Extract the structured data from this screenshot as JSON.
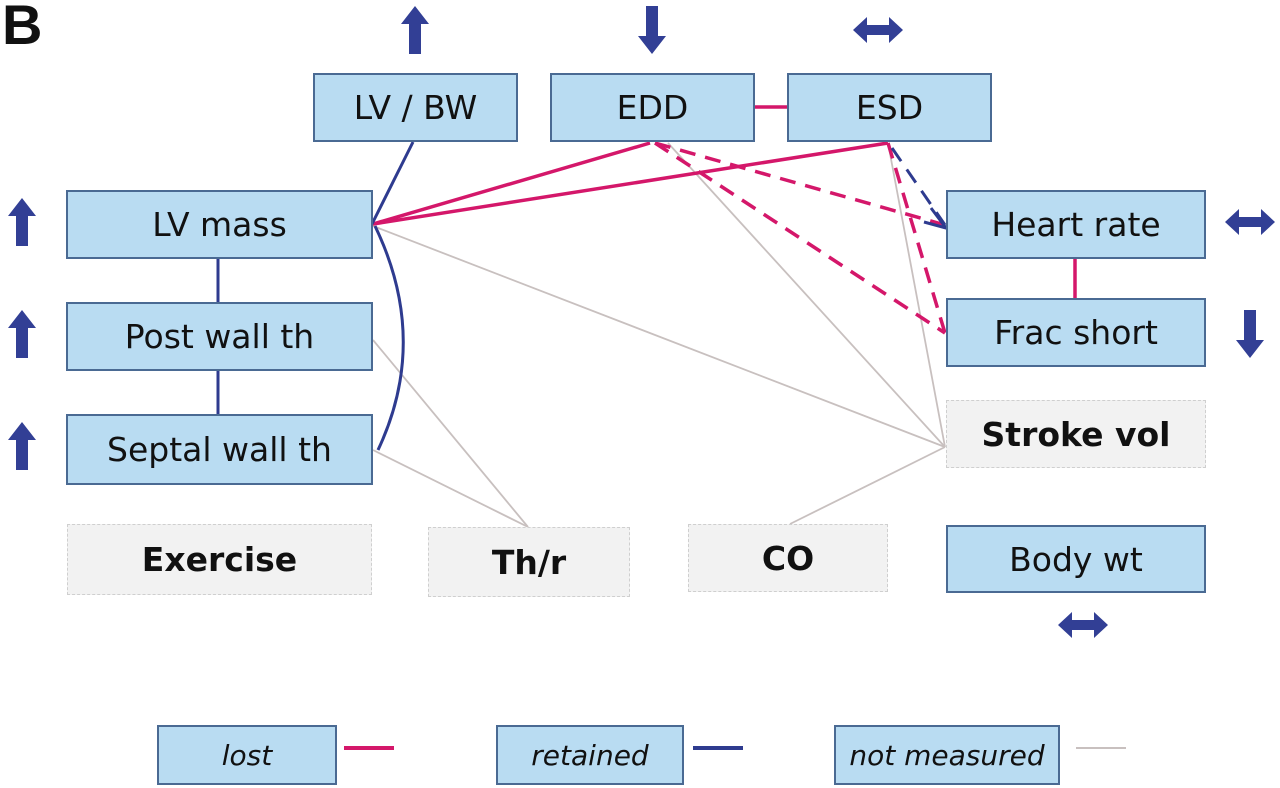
{
  "panel_label": "B",
  "colors": {
    "lost": "#d4176a",
    "retained": "#2e3b8f",
    "not_measured": "#c8c0bf",
    "box_fill": "#b9dcf2",
    "box_border": "#4a6a93",
    "arrow": "#323f95"
  },
  "nodes": {
    "lv_bw": "LV / BW",
    "edd": "EDD",
    "esd": "ESD",
    "lv_mass": "LV mass",
    "post_wall": "Post wall th",
    "septal_wall": "Septal wall th",
    "heart_rate": "Heart rate",
    "frac_short": "Frac short",
    "stroke_vol": "Stroke vol",
    "exercise": "Exercise",
    "thr": "Th/r",
    "co": "CO",
    "body_wt": "Body wt"
  },
  "indicators": {
    "lv_bw": "up-arrow",
    "edd": "down-arrow",
    "esd": "unchanged-arrow",
    "lv_mass": "up-arrow",
    "post_wall": "up-arrow",
    "septal_wall": "up-arrow",
    "heart_rate": "unchanged-arrow",
    "frac_short": "down-arrow",
    "body_wt": "unchanged-arrow"
  },
  "links": [
    {
      "from": "lv_bw",
      "to": "lv_mass",
      "type": "retained"
    },
    {
      "from": "lv_mass",
      "to": "post_wall",
      "type": "retained"
    },
    {
      "from": "post_wall",
      "to": "septal_wall",
      "type": "retained"
    },
    {
      "from": "lv_mass",
      "to": "septal_wall",
      "type": "retained"
    },
    {
      "from": "esd",
      "to": "heart_rate",
      "type": "retained",
      "dashed": true
    },
    {
      "from": "edd",
      "to": "esd",
      "type": "lost"
    },
    {
      "from": "edd",
      "to": "lv_mass",
      "type": "lost"
    },
    {
      "from": "esd",
      "to": "lv_mass",
      "type": "lost"
    },
    {
      "from": "heart_rate",
      "to": "frac_short",
      "type": "lost"
    },
    {
      "from": "edd",
      "to": "heart_rate",
      "type": "lost",
      "dashed": true
    },
    {
      "from": "edd",
      "to": "frac_short",
      "type": "lost",
      "dashed": true
    },
    {
      "from": "esd",
      "to": "frac_short",
      "type": "lost",
      "dashed": true
    },
    {
      "from": "lv_mass",
      "to": "stroke_vol",
      "type": "not_measured"
    },
    {
      "from": "edd",
      "to": "stroke_vol",
      "type": "not_measured"
    },
    {
      "from": "esd",
      "to": "stroke_vol",
      "type": "not_measured"
    },
    {
      "from": "stroke_vol",
      "to": "co",
      "type": "not_measured"
    },
    {
      "from": "post_wall",
      "to": "thr",
      "type": "not_measured"
    },
    {
      "from": "septal_wall",
      "to": "thr",
      "type": "not_measured"
    }
  ],
  "legend": {
    "lost": "lost",
    "retained": "retained",
    "not_measured": "not measured"
  }
}
